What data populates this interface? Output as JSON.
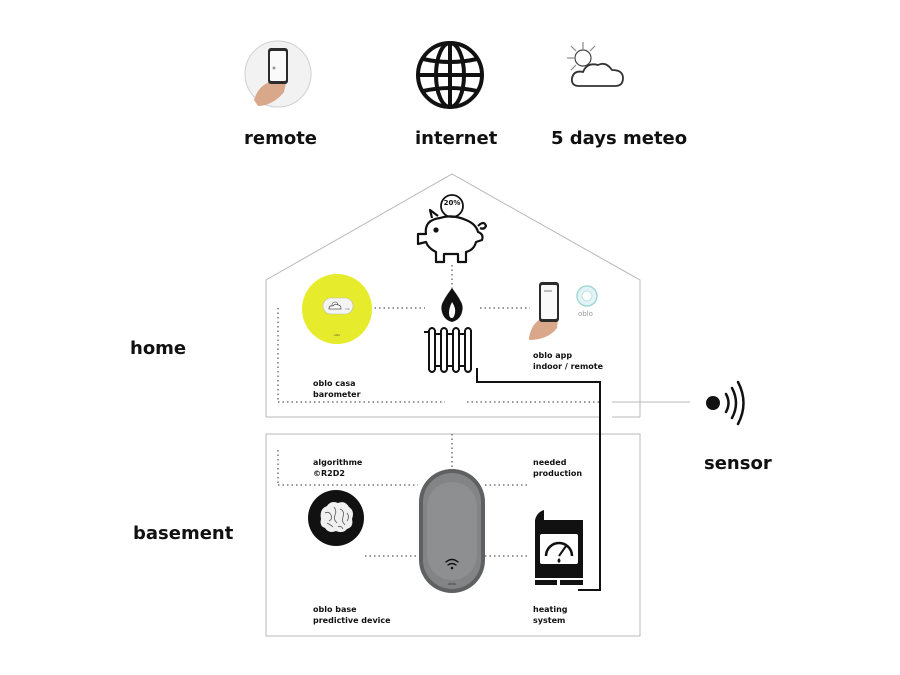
{
  "top": {
    "remote": "remote",
    "internet": "internet",
    "meteo": "5 days meteo"
  },
  "sides": {
    "home": "home",
    "basement": "basement",
    "sensor": "sensor"
  },
  "home": {
    "savings_badge": "20%",
    "casa_line1": "oblo casa",
    "casa_line2": "barometer",
    "app_line1": "oblo app",
    "app_line2": "indoor / remote",
    "app_brand": "oblo"
  },
  "basement": {
    "algo_line1": "algorithme",
    "algo_line2": "©R2D2",
    "needed_line1": "needed",
    "needed_line2": "production",
    "base_line1": "oblo base",
    "base_line2": "predictive device",
    "heating_line1": "heating",
    "heating_line2": "system"
  },
  "colors": {
    "accent_yellow": "#e6ec2b",
    "device_gray": "#7d7e80",
    "line": "#111111",
    "outline": "#b8b8b8"
  },
  "icons": [
    "phone-hand-icon",
    "globe-icon",
    "sun-cloud-icon",
    "piggy-bank-icon",
    "flame-icon",
    "radiator-icon",
    "brain-icon",
    "boiler-icon",
    "wifi-icon",
    "sensor-icon"
  ]
}
